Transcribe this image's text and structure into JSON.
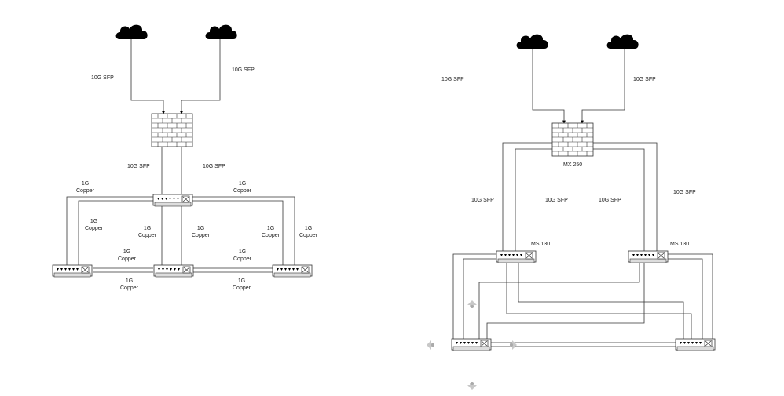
{
  "left_diagram": {
    "labels": {
      "wan_left": "10G SFP",
      "wan_right": "10G SFP",
      "fw_left": "10G SFP",
      "fw_right": "10G SFP",
      "copper_tl": "1G\nCopper",
      "copper_tr": "1G\nCopper",
      "copper_ml": "1G\nCopper",
      "copper_mcl": "1G\nCopper",
      "copper_mcr": "1G\nCopper",
      "copper_mr": "1G\nCopper",
      "copper_rr": "1G\nCopper",
      "copper_lm": "1G\nCopper",
      "copper_rm": "1G\nCopper",
      "copper_bl": "1G\nCopper",
      "copper_br": "1G\nCopper"
    }
  },
  "right_diagram": {
    "labels": {
      "wan_left": "10G SFP",
      "wan_right": "10G SFP",
      "firewall_name": "MX 250",
      "sfp_far_left": "10G SFP",
      "sfp_mid_left": "10G SFP",
      "sfp_mid_right": "10G SFP",
      "sfp_far_right": "10G SFP",
      "switch_left_name": "MS 130",
      "switch_right_name": "MS 130"
    }
  },
  "icons": [
    "cloud-icon",
    "firewall-icon",
    "switch-icon",
    "connection-handle-icon"
  ]
}
